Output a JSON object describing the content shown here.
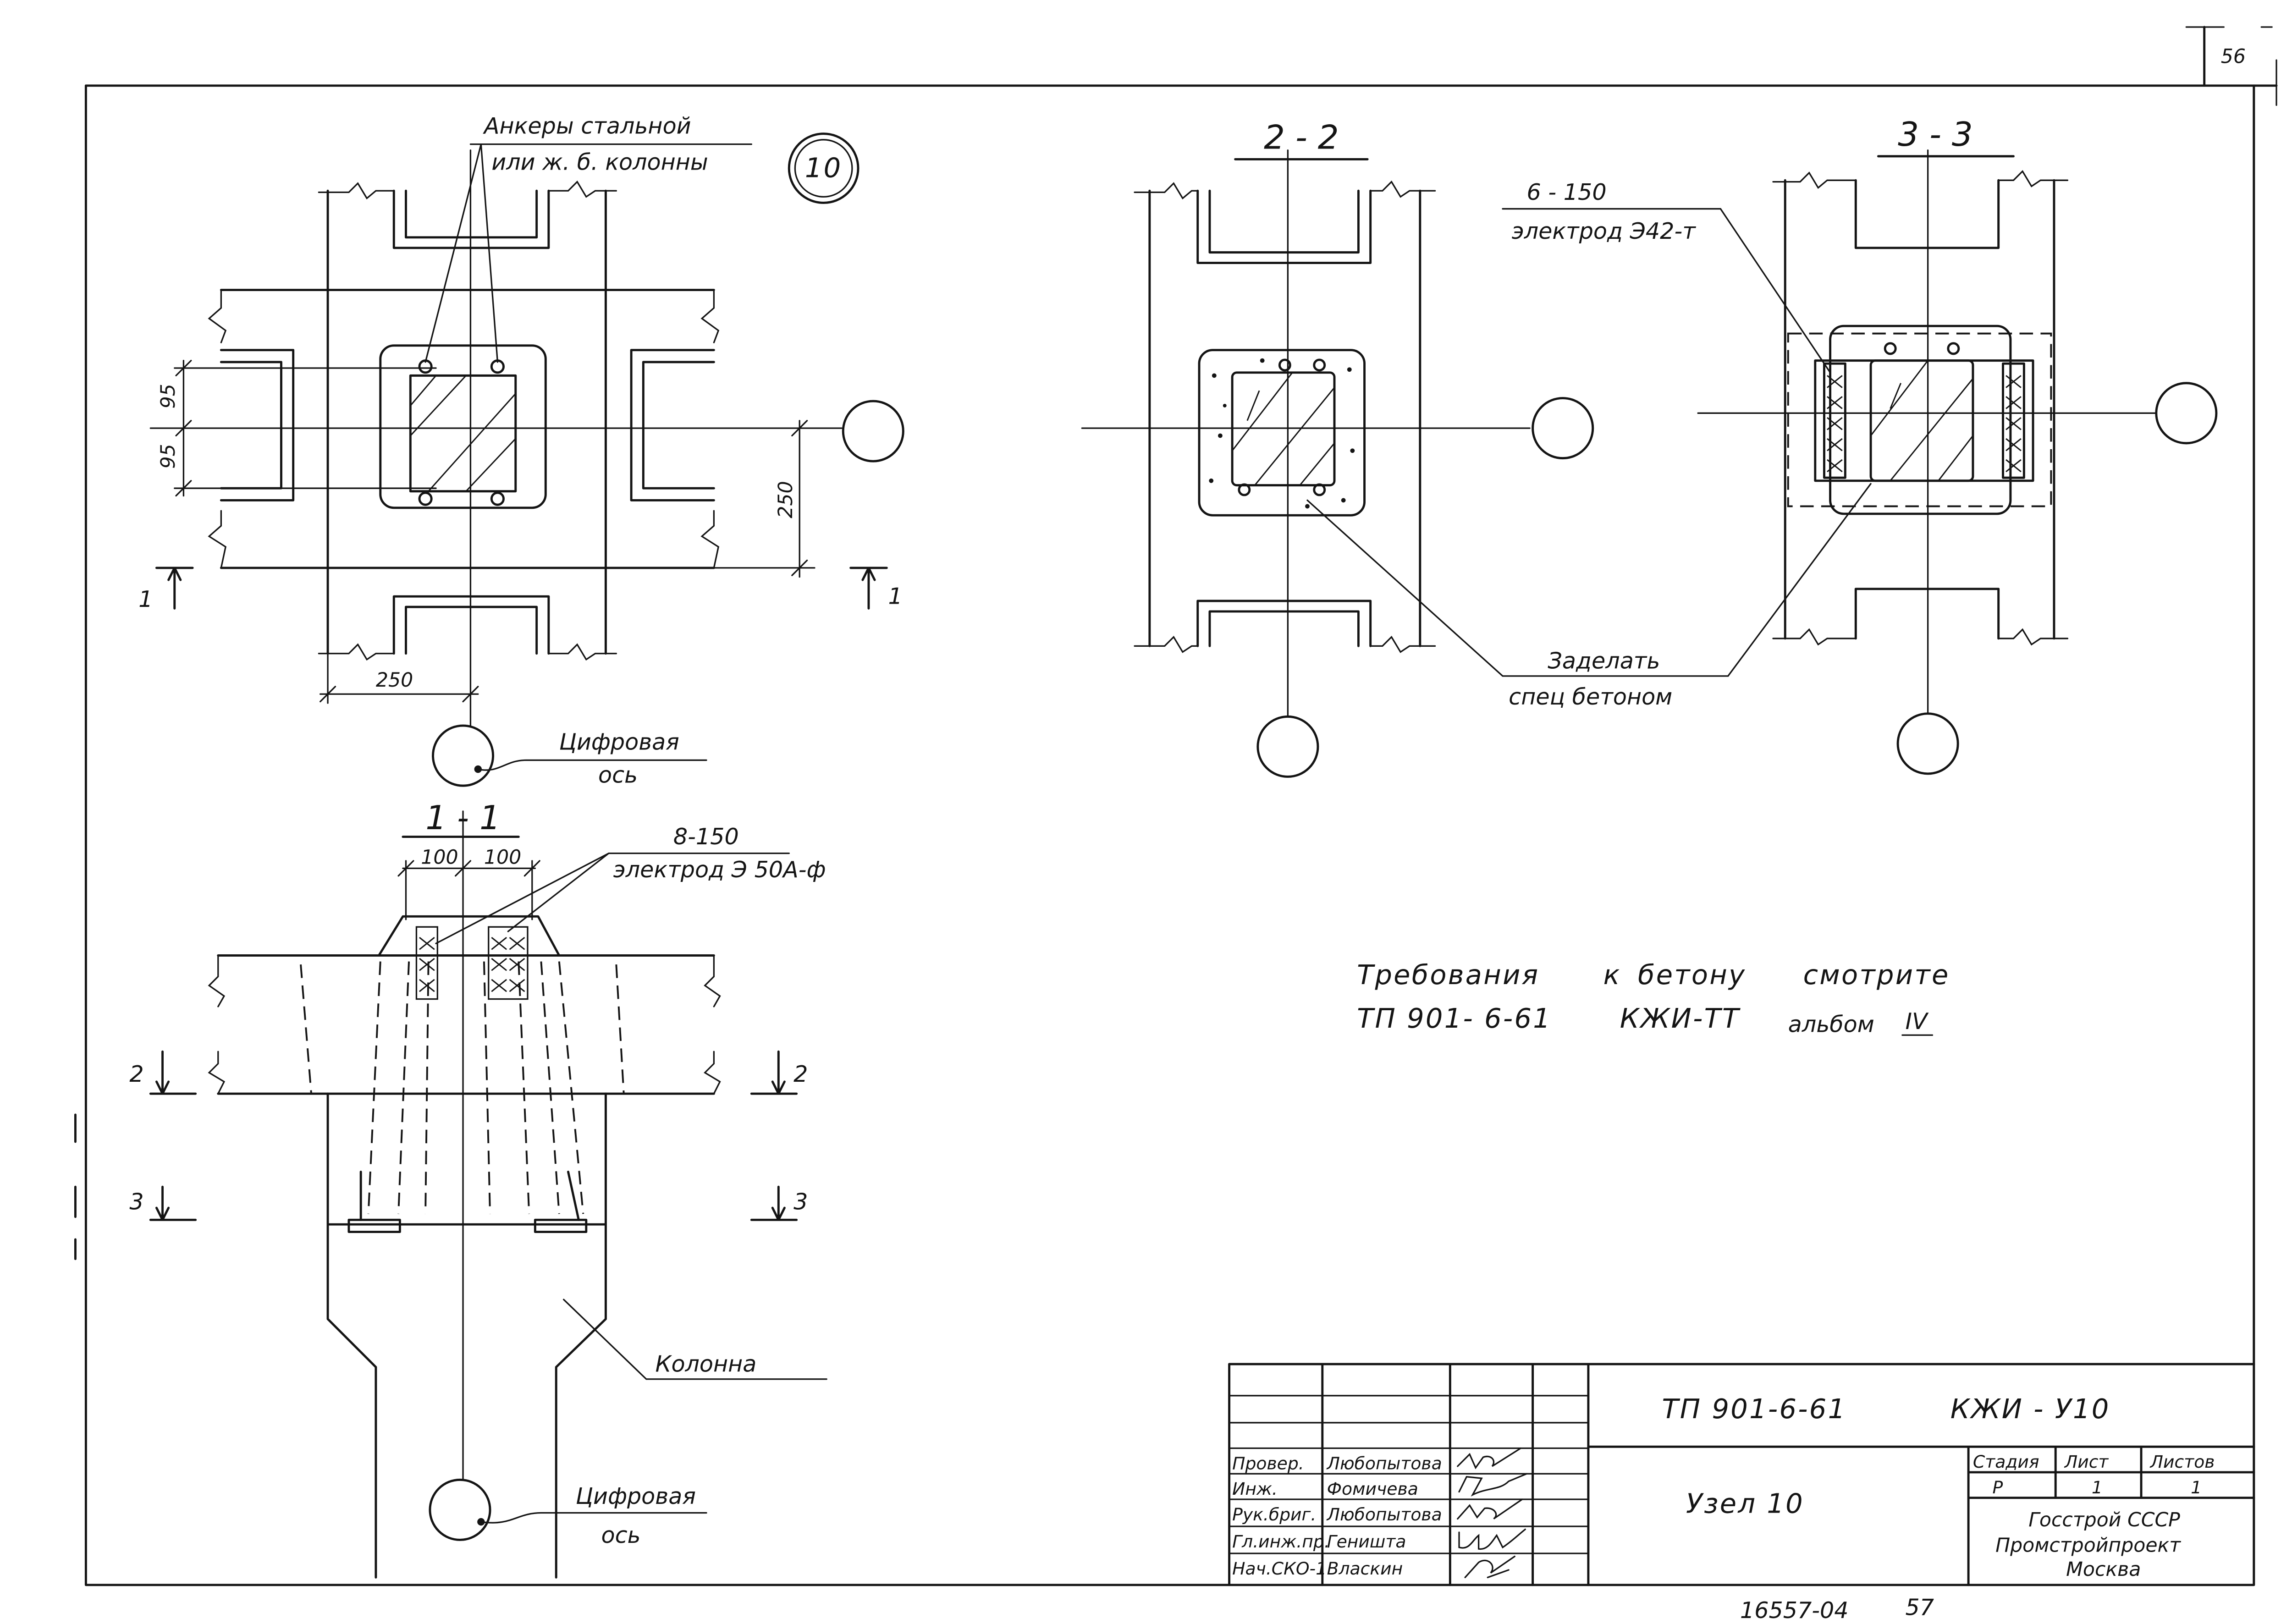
{
  "colors": {
    "ink": "#141414",
    "paper": "#ffffff"
  },
  "sheet_number": "56",
  "plan": {
    "anchors_line1": "Анкеры стальной",
    "anchors_line2": "или ж. б. колонны",
    "node_number": "10",
    "dim_95_upper": "95",
    "dim_95_lower": "95",
    "dim_250_vertical": "250",
    "dim_250_horizontal": "250",
    "section_mark_left": "1",
    "section_mark_right": "1",
    "axis_label_line1": "Цифровая",
    "axis_label_line2": "ось"
  },
  "section_2_2": {
    "title": "2 - 2"
  },
  "section_3_3": {
    "title": "3 - 3",
    "weld_line1": "6 - 150",
    "weld_line2": "электрод Э42-т"
  },
  "fill_note": {
    "line1": "Заделать",
    "line2": "спец бетоном"
  },
  "section_1_1": {
    "title": "1 - 1",
    "dim_left": "100",
    "dim_right": "100",
    "weld_line1": "8-150",
    "weld_line2": "электрод Э 50А-ф",
    "mark_2_left": "2",
    "mark_2_right": "2",
    "mark_3_left": "3",
    "mark_3_right": "3",
    "column_label": "Колонна",
    "axis_label_line1": "Цифровая",
    "axis_label_line2": "ось"
  },
  "concrete_note": {
    "w1": "Требования",
    "w2": "к",
    "w3": "бетону",
    "w4": "смотрите",
    "w5": "ТП 901- 6-61",
    "w6": "КЖИ-ТТ",
    "w7": "альбом",
    "w8": "IV"
  },
  "title_block": {
    "project_code": "ТП 901-6-61",
    "sheet_code": "КЖИ - У10",
    "sheet_title": "Узел 10",
    "stage_header": "Стадия",
    "sheet_header": "Лист",
    "sheets_header": "Листов",
    "stage_value": "Р",
    "sheet_value": "1",
    "sheets_value": "1",
    "org_line1": "Госстрой СССР",
    "org_line2": "Промстройпроект",
    "org_line3": "Москва",
    "staff": [
      {
        "role": "Провер.",
        "name": "Любопытова"
      },
      {
        "role": "Инж.",
        "name": "Фомичева"
      },
      {
        "role": "Рук.бриг.",
        "name": "Любопытова"
      },
      {
        "role": "Гл.инж.пр.",
        "name": "Геништа"
      },
      {
        "role": "Нач.СКО-1",
        "name": "Власкин"
      }
    ]
  },
  "footer": {
    "inventory_number": "16557-04",
    "page_number": "57"
  }
}
